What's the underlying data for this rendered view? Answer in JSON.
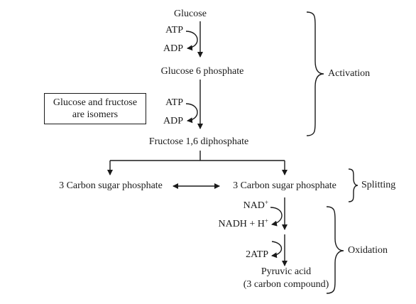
{
  "nodes": {
    "glucose": "Glucose",
    "glucose_6_phosphate": "Glucose 6 phosphate",
    "fructose_16_diphosphate": "Fructose 1,6 diphosphate",
    "c3_left": "3 Carbon sugar phosphate",
    "c3_right": "3 Carbon sugar phosphate",
    "pyruvic_acid": "Pyruvic acid",
    "pyruvic_acid_note": "(3 carbon compound)"
  },
  "cofactors": {
    "atp_1": "ATP",
    "adp_1": "ADP",
    "atp_2": "ATP",
    "adp_2": "ADP",
    "nad": "NAD",
    "nad_sup": "+",
    "nadh": "NADH + H",
    "nadh_sup": "+",
    "atp_out": "2ATP"
  },
  "note": {
    "line1": "Glucose and fructose",
    "line2": "are isomers"
  },
  "phases": {
    "activation": "Activation",
    "splitting": "Splitting",
    "oxidation": "Oxidation"
  },
  "colors": {
    "ink": "#1a1a1a",
    "background": "#ffffff"
  }
}
